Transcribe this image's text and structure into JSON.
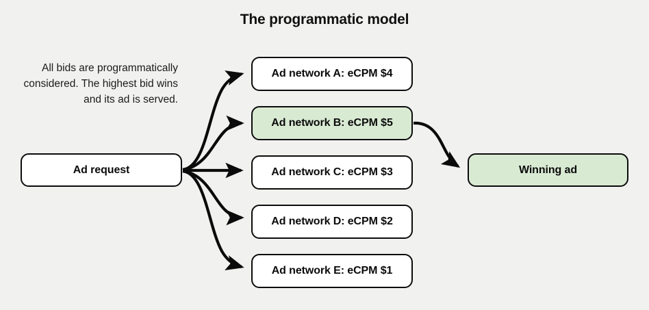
{
  "diagram": {
    "title": "The programmatic model",
    "note": "All bids are programmatically considered. The highest bid wins and its ad is served.",
    "background_color": "#f1f2f0",
    "nodes": {
      "ad_request": {
        "label": "Ad request",
        "fill": "#ffffff"
      },
      "networks": [
        {
          "label": "Ad network A: eCPM $4",
          "fill": "#ffffff",
          "ecpm": 4,
          "network": "A",
          "winner": false
        },
        {
          "label": "Ad network B: eCPM $5",
          "fill": "#d9ead3",
          "ecpm": 5,
          "network": "B",
          "winner": true
        },
        {
          "label": "Ad network C: eCPM $3",
          "fill": "#ffffff",
          "ecpm": 3,
          "network": "C",
          "winner": false
        },
        {
          "label": "Ad network D: eCPM $2",
          "fill": "#ffffff",
          "ecpm": 2,
          "network": "D",
          "winner": false
        },
        {
          "label": "Ad network E: eCPM $1",
          "fill": "#ffffff",
          "ecpm": 1,
          "network": "E",
          "winner": false
        }
      ],
      "winning_ad": {
        "label": "Winning ad",
        "fill": "#d9ead3"
      }
    },
    "edges": [
      {
        "from": "Ad request",
        "to": "Ad network A: eCPM $4"
      },
      {
        "from": "Ad request",
        "to": "Ad network B: eCPM $5"
      },
      {
        "from": "Ad request",
        "to": "Ad network C: eCPM $3"
      },
      {
        "from": "Ad request",
        "to": "Ad network D: eCPM $2"
      },
      {
        "from": "Ad request",
        "to": "Ad network E: eCPM $1"
      },
      {
        "from": "Ad network B: eCPM $5",
        "to": "Winning ad"
      }
    ]
  }
}
